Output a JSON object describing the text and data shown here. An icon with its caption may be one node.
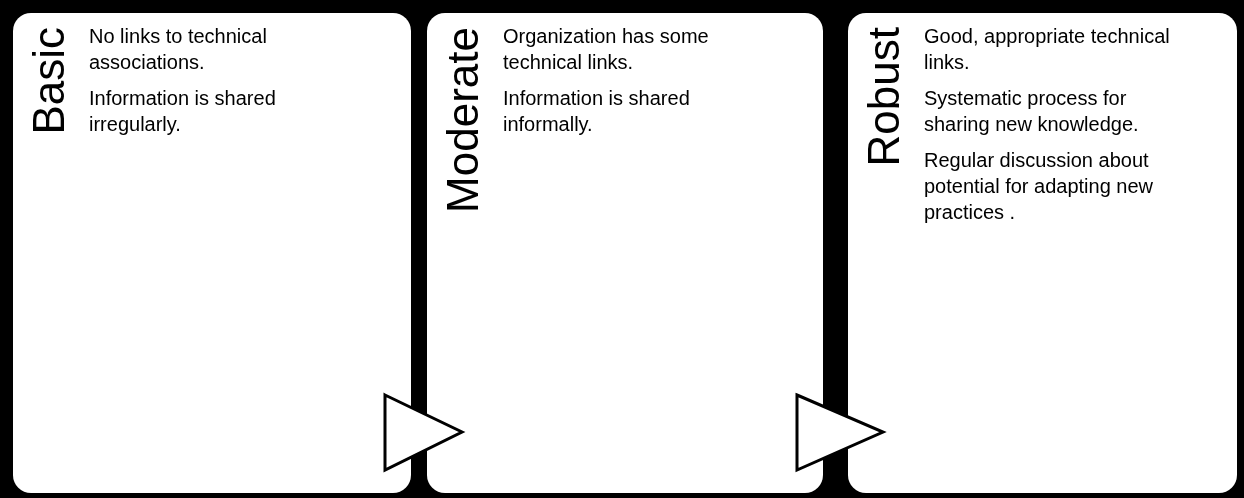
{
  "diagram": {
    "nodes": [
      {
        "text": [
          "Basic",
          "No links to technical associations.",
          "Information is shared irregularly."
        ]
      },
      {
        "text": [
          "Moderate",
          "Organization has some technical links.",
          "Information is shared informally."
        ]
      },
      {
        "text": [
          "Robust",
          "Good, appropriate technical links.",
          "Systematic process for sharing new knowledge.",
          "Regular discussion about potential for adapting new practices ."
        ]
      }
    ],
    "edges": [
      {
        "from": 0,
        "to": 1,
        "arrow": "to"
      },
      {
        "from": 1,
        "to": 2,
        "arrow": "to"
      }
    ]
  }
}
